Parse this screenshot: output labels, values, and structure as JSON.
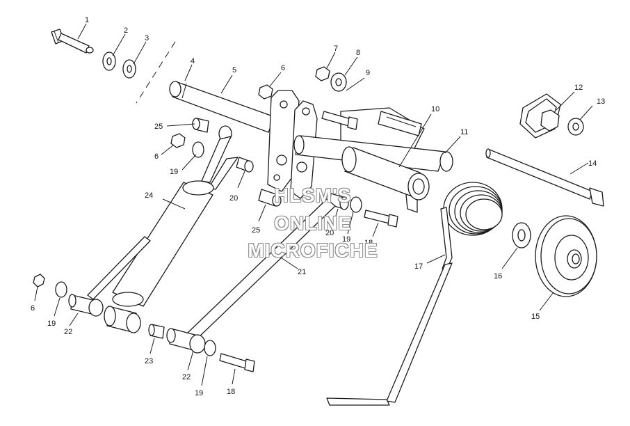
{
  "watermark": {
    "line1": "HLSM'S",
    "line2": "ONLINE",
    "line3": "MICROFICHE"
  },
  "callouts": [
    {
      "id": "c1",
      "text": "1"
    },
    {
      "id": "c2",
      "text": "2"
    },
    {
      "id": "c3",
      "text": "3"
    },
    {
      "id": "c4",
      "text": "4"
    },
    {
      "id": "c5",
      "text": "5"
    },
    {
      "id": "c6a",
      "text": "6"
    },
    {
      "id": "c7",
      "text": "7"
    },
    {
      "id": "c8",
      "text": "8"
    },
    {
      "id": "c9",
      "text": "9"
    },
    {
      "id": "c10",
      "text": "10"
    },
    {
      "id": "c11",
      "text": "11"
    },
    {
      "id": "c12",
      "text": "12"
    },
    {
      "id": "c13",
      "text": "13"
    },
    {
      "id": "c14",
      "text": "14"
    },
    {
      "id": "c25a",
      "text": "25"
    },
    {
      "id": "c6b",
      "text": "6"
    },
    {
      "id": "c19a",
      "text": "19"
    },
    {
      "id": "c24",
      "text": "24"
    },
    {
      "id": "c20a",
      "text": "20"
    },
    {
      "id": "c25b",
      "text": "25"
    },
    {
      "id": "c20b",
      "text": "20"
    },
    {
      "id": "c19b",
      "text": "19"
    },
    {
      "id": "c18a",
      "text": "18"
    },
    {
      "id": "c17",
      "text": "17"
    },
    {
      "id": "c16",
      "text": "16"
    },
    {
      "id": "c15",
      "text": "15"
    },
    {
      "id": "c21",
      "text": "21"
    },
    {
      "id": "c6c",
      "text": "6"
    },
    {
      "id": "c19c",
      "text": "19"
    },
    {
      "id": "c22a",
      "text": "22"
    },
    {
      "id": "c23",
      "text": "23"
    },
    {
      "id": "c22b",
      "text": "22"
    },
    {
      "id": "c19d",
      "text": "19"
    },
    {
      "id": "c18b",
      "text": "18"
    }
  ]
}
